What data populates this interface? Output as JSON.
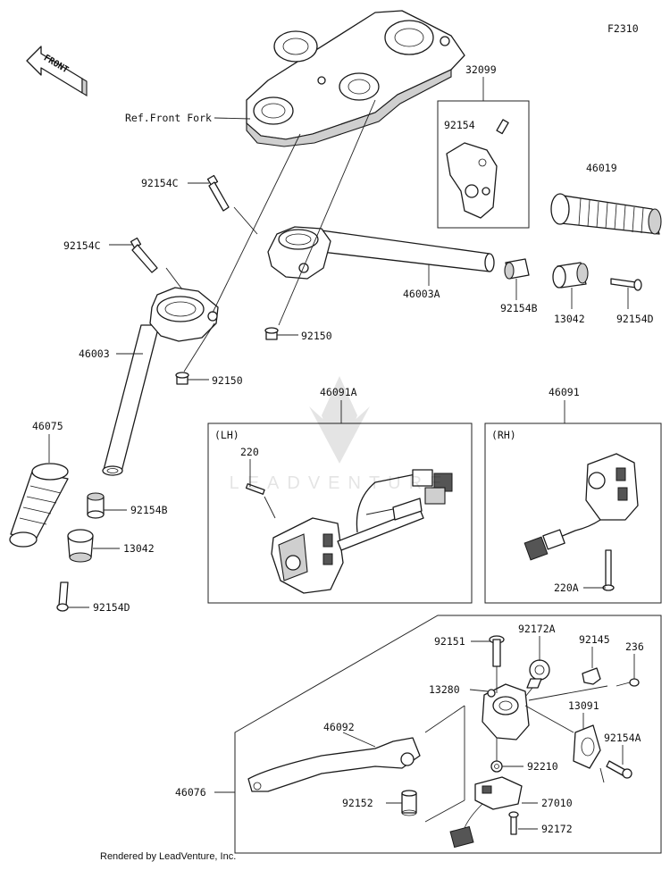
{
  "diagram": {
    "code": "F2310",
    "front_label": "FRONT",
    "ref_label": "Ref.Front Fork",
    "box_labels": {
      "lh": "(LH)",
      "rh": "(RH)"
    },
    "parts": {
      "p32099": "32099",
      "p92154": "92154",
      "p46019": "46019",
      "p92154C_a": "92154C",
      "p92154C_b": "92154C",
      "p46003A": "46003A",
      "p92154B_a": "92154B",
      "p13042_a": "13042",
      "p92154D_a": "92154D",
      "p92150_a": "92150",
      "p46003": "46003",
      "p92150_b": "92150",
      "p46091A": "46091A",
      "p46091": "46091",
      "p46075": "46075",
      "p220": "220",
      "p92154B_b": "92154B",
      "p13042_b": "13042",
      "p220A": "220A",
      "p92154D_b": "92154D",
      "p92151": "92151",
      "p92172A": "92172A",
      "p92145": "92145",
      "p236": "236",
      "p13280": "13280",
      "p13091": "13091",
      "p46092": "46092",
      "p92154A": "92154A",
      "p92210": "92210",
      "p46076": "46076",
      "p92152": "92152",
      "p27010": "27010",
      "p92172": "92172"
    }
  },
  "watermark": "LEADVENTURE",
  "footer": "Rendered by LeadVenture, Inc."
}
